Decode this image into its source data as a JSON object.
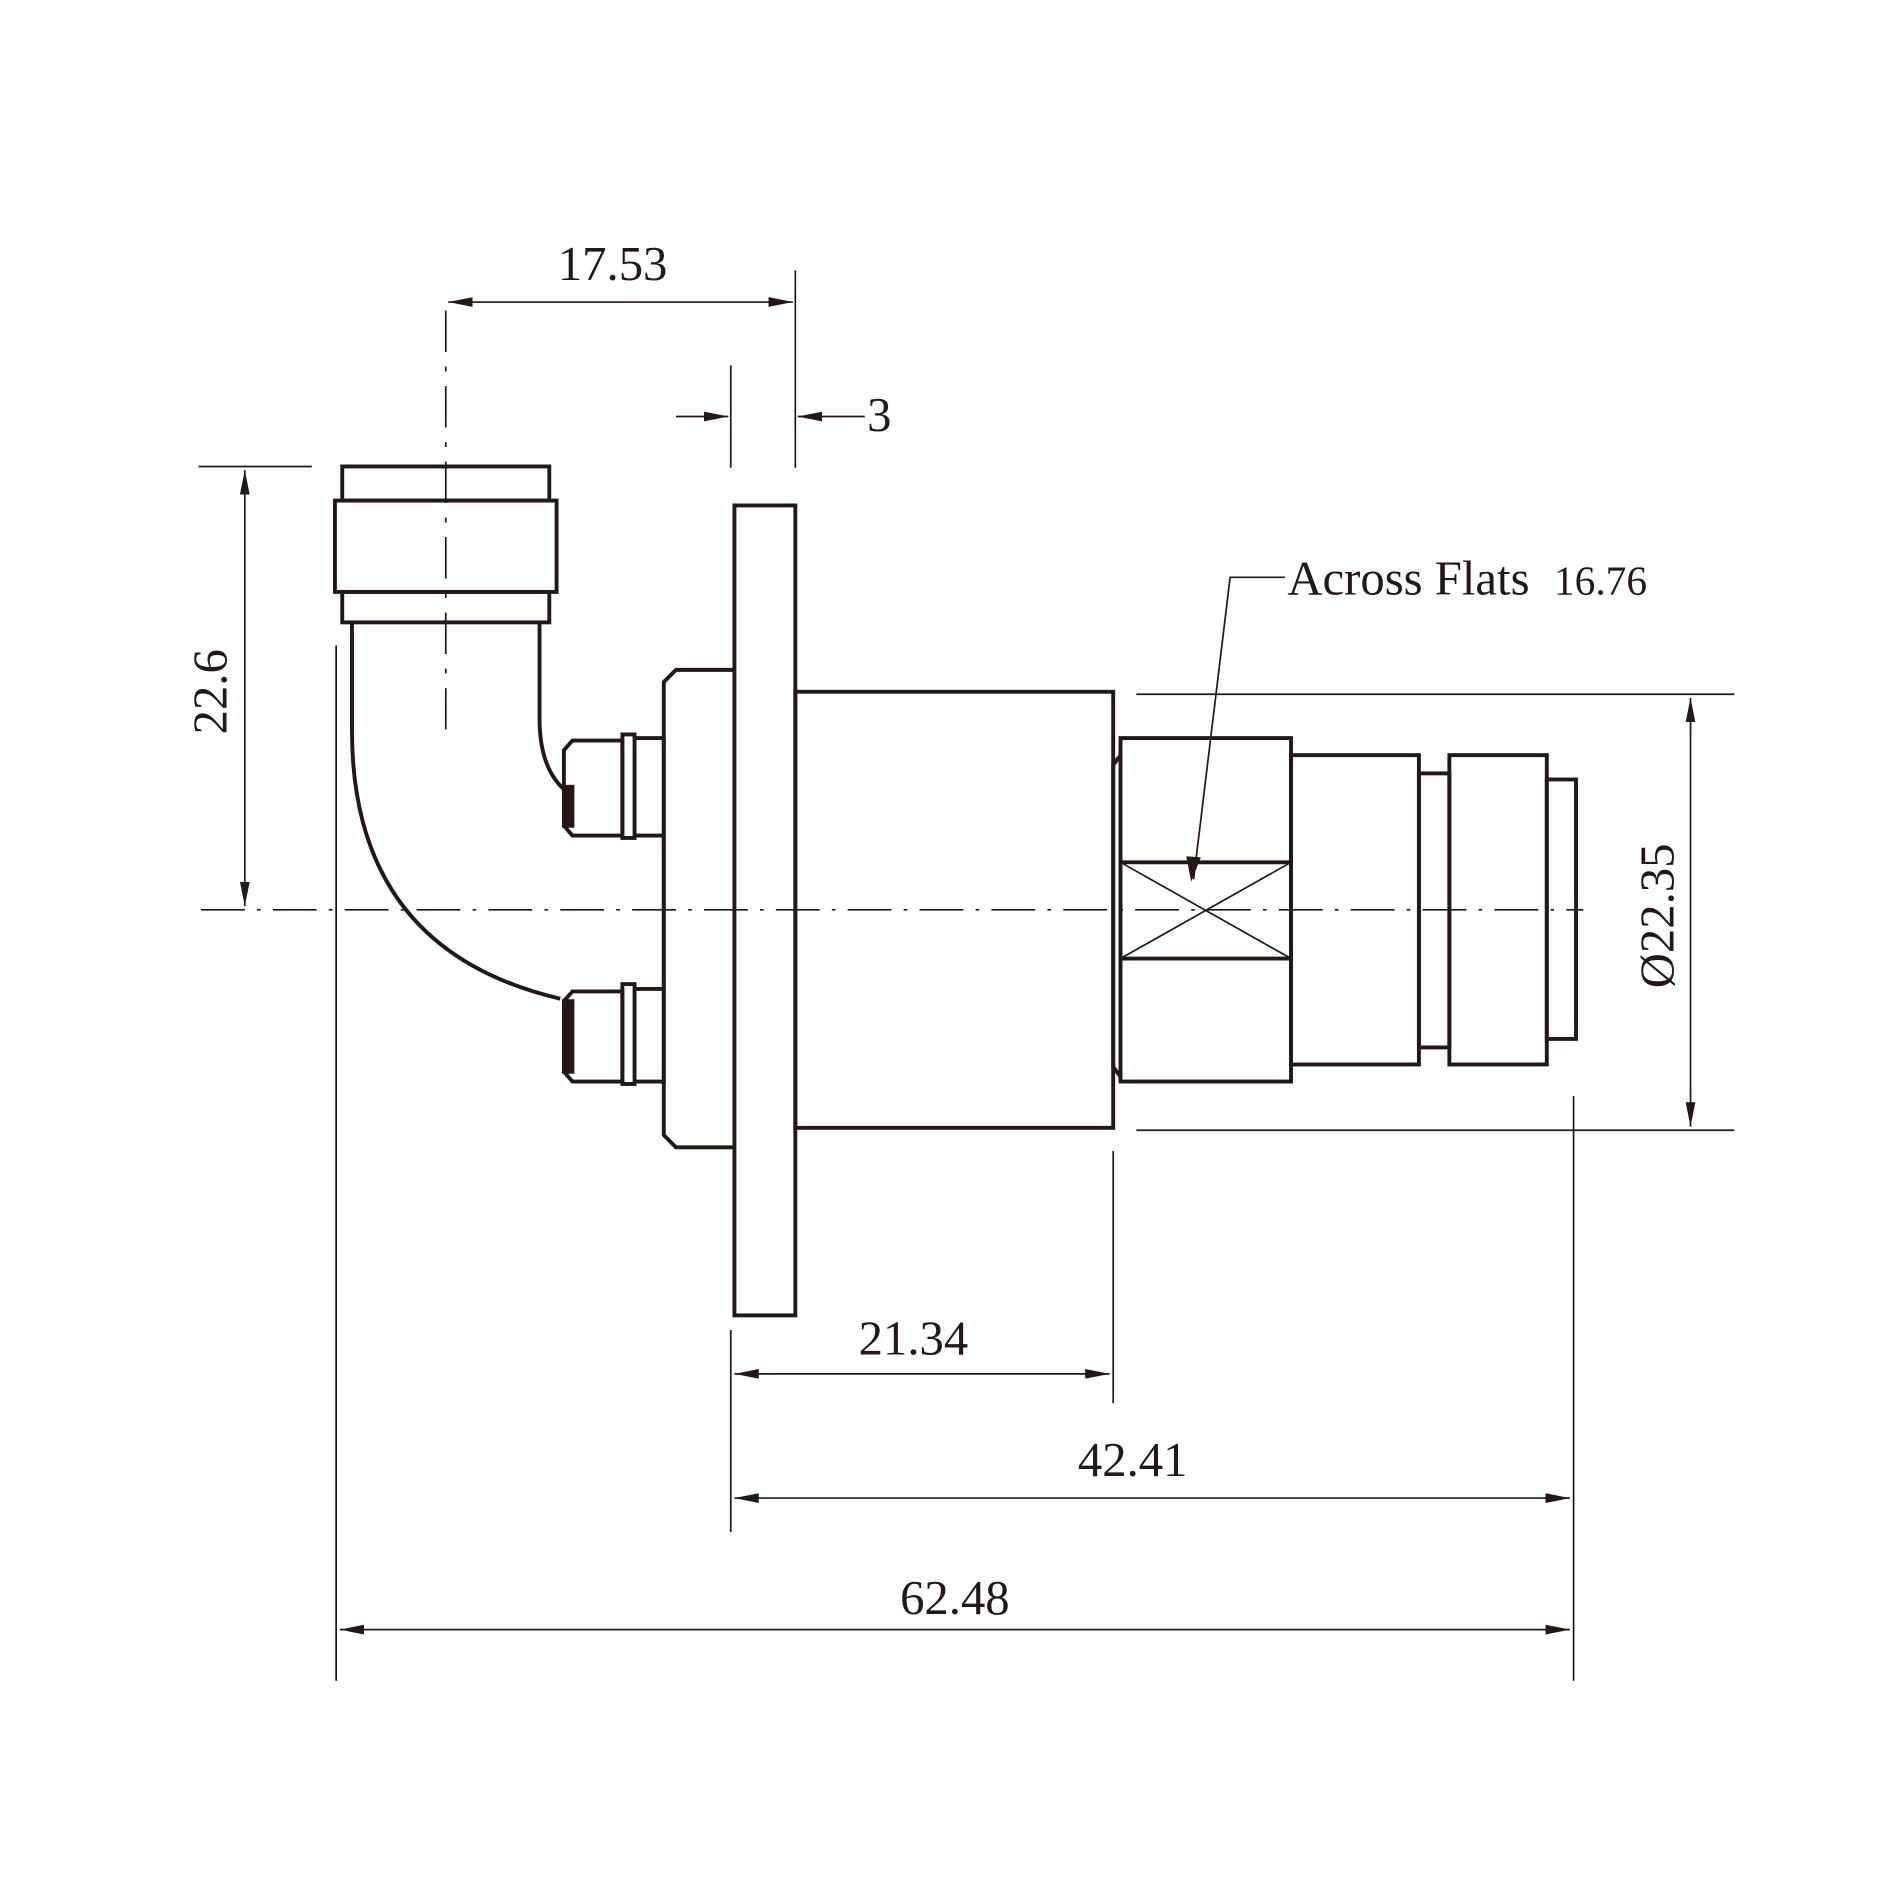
{
  "drawing": {
    "title": "Right-angle connector dimension drawing",
    "units": "mm",
    "line_color": "#231815",
    "background": "#ffffff"
  },
  "dimensions": {
    "top_offset": "17.53",
    "flange_thickness": "3",
    "elbow_height": "22.6",
    "across_flats_label": "Across Flats",
    "across_flats_value": "16.76",
    "body_diameter": "Ø22.35",
    "flange_to_body_end": "21.34",
    "flange_to_tip": "42.41",
    "overall_length": "62.48"
  }
}
